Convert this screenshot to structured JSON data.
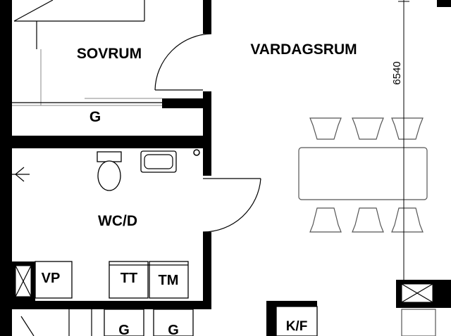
{
  "plan": {
    "rooms": {
      "bedroom": "SOVRUM",
      "living": "VARDAGSRUM",
      "bathroom": "WC/D"
    },
    "fixtures": {
      "wardrobe_top": "G",
      "heat_pump": "VP",
      "dryer": "TT",
      "washer": "TM",
      "wardrobe_bottom_1": "G",
      "wardrobe_bottom_2": "G",
      "fridge_freezer": "K/F"
    },
    "dimension": "6540"
  }
}
